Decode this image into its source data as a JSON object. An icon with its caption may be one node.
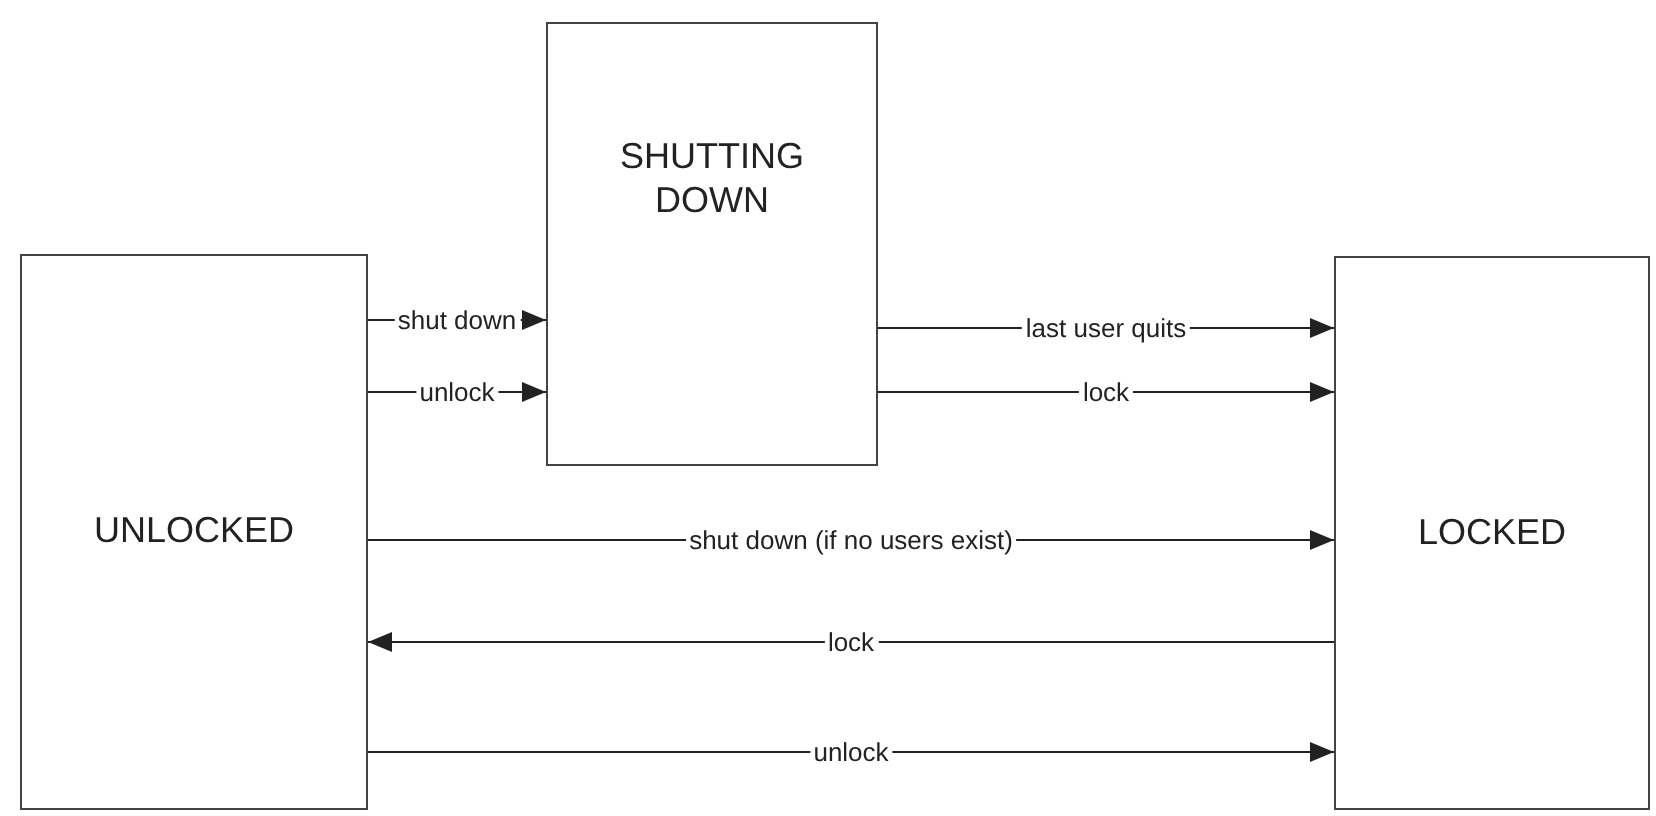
{
  "diagram": {
    "nodes": [
      {
        "text": [
          "UNLOCKED"
        ]
      },
      {
        "text": [
          "SHUTTING DOWN"
        ]
      },
      {
        "text": [
          "LOCKED"
        ]
      }
    ],
    "edges": [
      {
        "from": 0,
        "to": 1,
        "arrow": "to",
        "label": "shut down"
      },
      {
        "from": 0,
        "to": 1,
        "arrow": "to",
        "label": "unlock"
      },
      {
        "from": 1,
        "to": 2,
        "arrow": "to",
        "label": "last user quits"
      },
      {
        "from": 1,
        "to": 2,
        "arrow": "to",
        "label": "lock"
      },
      {
        "from": 0,
        "to": 2,
        "arrow": "to",
        "label": "shut down (if no users exist)"
      },
      {
        "from": 2,
        "to": 0,
        "arrow": "to",
        "label": "lock"
      },
      {
        "from": 0,
        "to": 2,
        "arrow": "to",
        "label": "unlock"
      }
    ]
  }
}
